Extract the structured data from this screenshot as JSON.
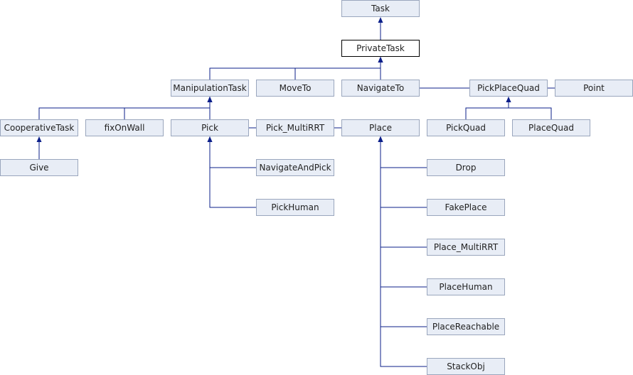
{
  "diagram": {
    "type": "class-inheritance-graph",
    "nodes": {
      "task": "Task",
      "private_task": "PrivateTask",
      "manipulation_task": "ManipulationTask",
      "move_to": "MoveTo",
      "navigate_to": "NavigateTo",
      "pick_place_quad": "PickPlaceQuad",
      "point": "Point",
      "cooperative_task": "CooperativeTask",
      "fix_on_wall": "fixOnWall",
      "pick": "Pick",
      "pick_multi_rrt": "Pick_MultiRRT",
      "place": "Place",
      "pick_quad": "PickQuad",
      "place_quad": "PlaceQuad",
      "give": "Give",
      "navigate_and_pick": "NavigateAndPick",
      "pick_human": "PickHuman",
      "drop": "Drop",
      "fake_place": "FakePlace",
      "place_multi_rrt": "Place_MultiRRT",
      "place_human": "PlaceHuman",
      "place_reachable": "PlaceReachable",
      "stack_obj": "StackObj"
    },
    "edges": [
      [
        "private_task",
        "task"
      ],
      [
        "manipulation_task",
        "private_task"
      ],
      [
        "move_to",
        "private_task"
      ],
      [
        "navigate_to",
        "private_task"
      ],
      [
        "pick_place_quad",
        "private_task"
      ],
      [
        "point",
        "private_task"
      ],
      [
        "cooperative_task",
        "manipulation_task"
      ],
      [
        "fix_on_wall",
        "manipulation_task"
      ],
      [
        "pick",
        "manipulation_task"
      ],
      [
        "pick_multi_rrt",
        "manipulation_task"
      ],
      [
        "place",
        "manipulation_task"
      ],
      [
        "pick_quad",
        "pick_place_quad"
      ],
      [
        "place_quad",
        "pick_place_quad"
      ],
      [
        "give",
        "cooperative_task"
      ],
      [
        "navigate_and_pick",
        "pick"
      ],
      [
        "pick_human",
        "pick"
      ],
      [
        "drop",
        "place"
      ],
      [
        "fake_place",
        "place"
      ],
      [
        "place_multi_rrt",
        "place"
      ],
      [
        "place_human",
        "place"
      ],
      [
        "place_reachable",
        "place"
      ],
      [
        "stack_obj",
        "place"
      ]
    ],
    "colors": {
      "edge": "#0b1f8a",
      "node_fill": "#e8edf6",
      "node_border": "#9aa6bd",
      "current_node_border": "#000000"
    }
  }
}
